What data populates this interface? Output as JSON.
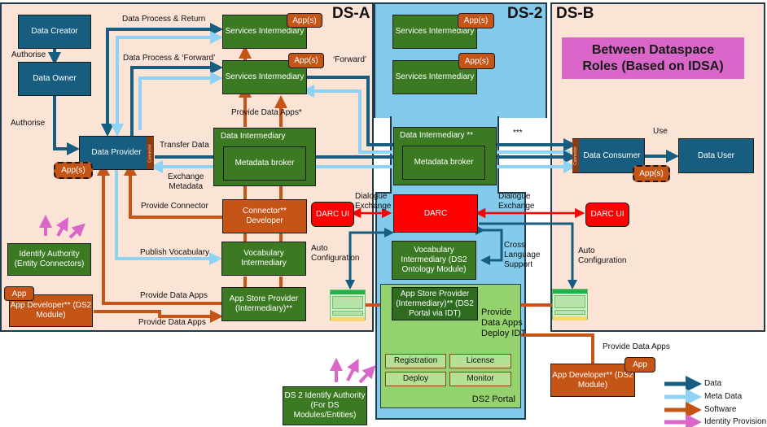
{
  "regions": {
    "ds_a": "DS-A",
    "ds_2": "DS-2",
    "ds_b": "DS-B"
  },
  "banner": {
    "line1": "Between Dataspace",
    "line2": "Roles (Based on IDSA)",
    "color": "#d966c8"
  },
  "ds_a": {
    "data_creator": "Data Creator",
    "data_owner": "Data Owner",
    "data_provider": "Data Provider",
    "connector_tab": "Connector",
    "provider_app": "App(s)",
    "services_1": "Services Intermediary",
    "services_1_app": "App(s)",
    "services_2": "Services Intermediary",
    "services_2_app": "App(s)",
    "data_intermediary": "Data Intermediary",
    "metadata_broker": "Metadata broker",
    "connector_developer": "Connector** Developer",
    "vocabulary_intermediary": "Vocabulary Intermediary",
    "app_store_provider": "App Store Provider (Intermediary)**",
    "identify_authority": "Identify Authority (Entity Connectors)",
    "app_developer": "App Developer** (DS2 Module)",
    "app_developer_app": "App",
    "darc_ui": "DARC UI"
  },
  "ds_2": {
    "services_1": "Services Intermediary",
    "services_1_app": "App(s)",
    "services_2": "Services Intermediary",
    "services_2_app": "App(s)",
    "data_intermediary": "Data Intermediary **",
    "metadata_broker": "Metadata broker",
    "darc": "DARC",
    "vocabulary_intermediary": "Vocabulary Intermediary (DS2 Ontology Module)",
    "portal": {
      "title": "DS2 Portal",
      "app_store_provider": "App Store Provider (Intermediary)** (DS2 Portal via IDT)",
      "modules": [
        "Registration",
        "License",
        "Deploy",
        "Monitor"
      ]
    },
    "identify_authority": "DS 2 Identify Authority (For DS Modules/Entities)"
  },
  "ds_b": {
    "data_consumer": "Data Consumer",
    "connector_tab": "Connector",
    "consumer_app": "App(s)",
    "data_user": "Data User",
    "darc_ui": "DARC UI",
    "app_developer": "App Developer** (DS2 Module)",
    "app_developer_app": "App"
  },
  "labels": {
    "data_process_return": "Data Process & Return",
    "data_process_forward": "Data Process & ‘Forward’",
    "forward": "‘Forward’",
    "authorise_1": "Authorise",
    "authorise_2": "Authorise",
    "provide_data_apps_star": "Provide Data Apps*",
    "transfer_data": "Transfer Data",
    "exchange_metadata_1": "Exchange",
    "exchange_metadata_2": "Metadata",
    "provide_connector": "Provide Connector",
    "publish_vocabulary": "Publish Vocabulary",
    "provide_data_apps_1": "Provide Data Apps",
    "provide_data_apps_2": "Provide Data Apps",
    "provide_data_apps_3": "Provide Data Apps",
    "dialogue_exchange_left_1": "Dialogue",
    "dialogue_exchange_left_2": "Exchange",
    "dialogue_exchange_right_1": "Dialogue",
    "dialogue_exchange_right_2": "Exchange",
    "auto_config_left_1": "Auto",
    "auto_config_left_2": "Configuration",
    "auto_config_right_1": "Auto",
    "auto_config_right_2": "Configuration",
    "cross_language_1": "Cross",
    "cross_language_2": "Language",
    "cross_language_3": "Support",
    "triple_star": "***",
    "use": "Use",
    "provide_1": "Provide",
    "provide_2": "Data Apps",
    "provide_3": "Deploy IDT"
  },
  "legend": [
    {
      "label": "Data",
      "color": "#165d80"
    },
    {
      "label": "Meta Data",
      "color": "#8fd3f4"
    },
    {
      "label": "Software",
      "color": "#c55417"
    },
    {
      "label": "Identity Provision",
      "color": "#d966c8"
    }
  ]
}
